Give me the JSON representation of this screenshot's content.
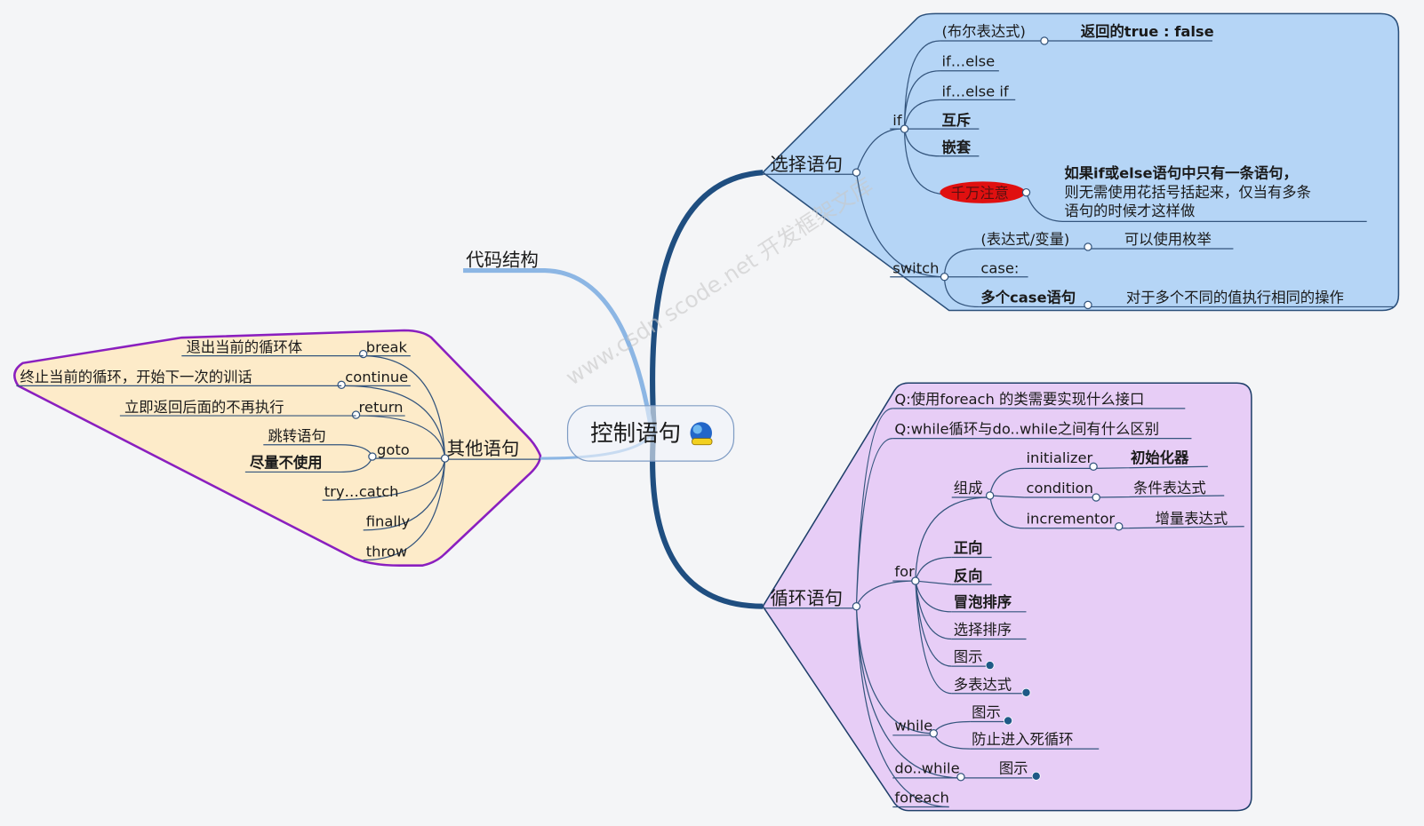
{
  "center": {
    "label": "控制语句"
  },
  "watermark": "www.csdn scode.net 开发框架文库",
  "colors": {
    "select_panel": "#b5d5f6",
    "loop_panel": "#e7cdf6",
    "other_panel": "#fdebc9",
    "other_border": "#8a1fbf",
    "warning": "#e01010"
  },
  "code_structure": {
    "label": "代码结构"
  },
  "select": {
    "label": "选择语句",
    "if": {
      "label": "if",
      "bool_expr": "(布尔表达式)",
      "bool_result": "返回的true : false",
      "if_else": "if…else",
      "if_else_if": "if…else if",
      "mutex": "互斥",
      "nested": "嵌套",
      "warning": "千万注意",
      "note_lines": [
        "如果if或else语句中只有一条语句，",
        "则无需使用花括号括起来，仅当有多条",
        "语句的时候才这样做"
      ]
    },
    "switch": {
      "label": "switch",
      "expr": "(表达式/变量)",
      "expr_note": "可以使用枚举",
      "case": "case:",
      "multi_case": "多个case语句",
      "multi_case_note": "对于多个不同的值执行相同的操作"
    }
  },
  "loop": {
    "label": "循环语句",
    "q1": "Q:使用foreach 的类需要实现什么接口",
    "q2": "Q:while循环与do..while之间有什么区别",
    "for": {
      "label": "for",
      "compose": "组成",
      "initializer": "initializer",
      "initializer_cn": "初始化器",
      "condition": "condition",
      "condition_cn": "条件表达式",
      "incrementor": "incrementor",
      "incrementor_cn": "增量表达式",
      "items": [
        "正向",
        "反向",
        "冒泡排序",
        "选择排序",
        "图示",
        "多表达式"
      ]
    },
    "while": {
      "label": "while",
      "diagram": "图示",
      "note": "防止进入死循环"
    },
    "do_while": {
      "label": "do..while",
      "diagram": "图示"
    },
    "foreach": {
      "label": "foreach"
    }
  },
  "other": {
    "label": "其他语句",
    "break": "break",
    "break_note": "退出当前的循环体",
    "continue": "continue",
    "continue_note": "终止当前的循环，开始下一次的训话",
    "return": "return",
    "return_note": "立即返回后面的不再执行",
    "goto": "goto",
    "goto_note1": "跳转语句",
    "goto_note2": "尽量不使用",
    "try_catch": "try…catch",
    "finally": "finally",
    "throw": "throw"
  }
}
